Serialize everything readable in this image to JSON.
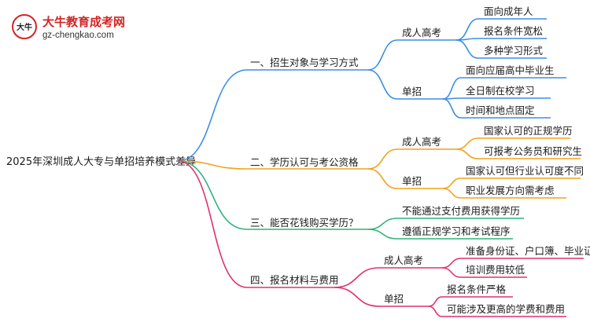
{
  "logo": {
    "title": "大牛教育成考网",
    "url": "gz-chengkao.com",
    "mark_text": "大牛"
  },
  "mindmap": {
    "root": "2025年深圳成人大专与单招培养模式差异",
    "branches": [
      {
        "label": "一、招生对象与学习方式",
        "color": "#3b8ee6",
        "groups": [
          {
            "label": "成人高考",
            "leaves": [
              "面向成年人",
              "报名条件宽松",
              "多种学习形式"
            ]
          },
          {
            "label": "单招",
            "leaves": [
              "面向应届高中毕业生",
              "全日制在校学习",
              "时间和地点固定"
            ]
          }
        ]
      },
      {
        "label": "二、学历认可与考公资格",
        "color": "#f2a31b",
        "groups": [
          {
            "label": "成人高考",
            "leaves": [
              "国家认可的正规学历",
              "可报考公务员和研究生"
            ]
          },
          {
            "label": "单招",
            "leaves": [
              "国家认可但行业认可度不同",
              "职业发展方向需考虑"
            ]
          }
        ]
      },
      {
        "label": "三、能否花钱购买学历？",
        "color": "#2fb37a",
        "leaves": [
          "不能通过支付费用获得学历",
          "遵循正规学习和考试程序"
        ]
      },
      {
        "label": "四、报名材料与费用",
        "color": "#e0306e",
        "groups": [
          {
            "label": "成人高考",
            "leaves": [
              "准备身份证、户口簿、毕业证",
              "培训费用较低"
            ]
          },
          {
            "label": "单招",
            "leaves": [
              "报名条件严格",
              "可能涉及更高的学费和费用"
            ]
          }
        ]
      }
    ]
  }
}
